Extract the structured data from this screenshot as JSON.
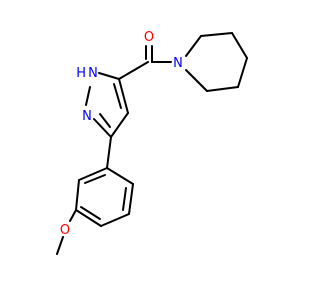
{
  "molecule": {
    "atom_labels": {
      "carbonyl_oxygen": "O",
      "ring_nitrogen_bottom": "N",
      "ring_nitrogen_nh": "H",
      "ring_nitrogen_nh_n": "N",
      "piperidine_nitrogen": "N",
      "methoxy_oxygen": "O"
    },
    "colors": {
      "bond": "#000000",
      "oxygen": "#ff0000",
      "nitrogen": "#0000ff"
    }
  }
}
